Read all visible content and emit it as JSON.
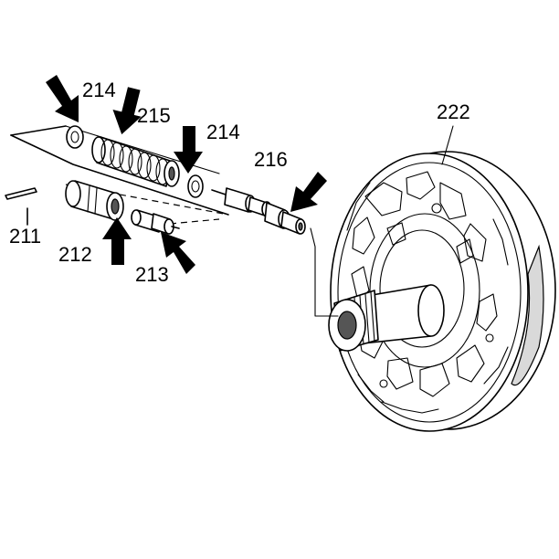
{
  "diagram": {
    "labels": {
      "p211": "211",
      "p212": "212",
      "p213": "213",
      "p214a": "214",
      "p214b": "214",
      "p215": "215",
      "p216": "216",
      "p222": "222"
    }
  }
}
